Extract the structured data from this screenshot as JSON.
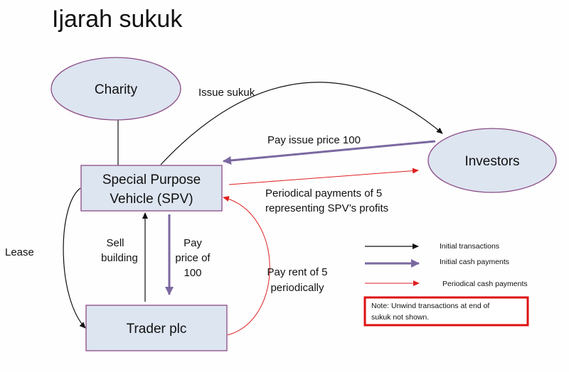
{
  "title": "Ijarah sukuk",
  "nodes": {
    "charity": "Charity",
    "spv_line1": "Special Purpose",
    "spv_line2": "Vehicle (SPV)",
    "investors": "Investors",
    "trader": "Trader plc"
  },
  "labels": {
    "issue_sukuk": "Issue sukuk",
    "pay_issue_price": "Pay issue price 100",
    "periodical_1": "Periodical payments of 5",
    "periodical_2": "representing SPV’s profits",
    "lease": "Lease",
    "sell_1": "Sell",
    "sell_2": "building",
    "pay_1": "Pay",
    "pay_2": "price of",
    "pay_3": "100",
    "rent_1": "Pay rent of 5",
    "rent_2": "periodically"
  },
  "legend": [
    {
      "label": "Initial transactions",
      "color": "#111111"
    },
    {
      "label": "Initial cash payments",
      "color": "#7b68a0"
    },
    {
      "label": "Periodical cash payments",
      "color": "#e02020"
    }
  ],
  "note": {
    "line1": "Note:  Unwind transactions at end of",
    "line2": "sukuk not shown."
  },
  "colors": {
    "node_fill": "#dde5f0",
    "node_stroke": "#8a4a86",
    "note_border": "#dd1111"
  }
}
